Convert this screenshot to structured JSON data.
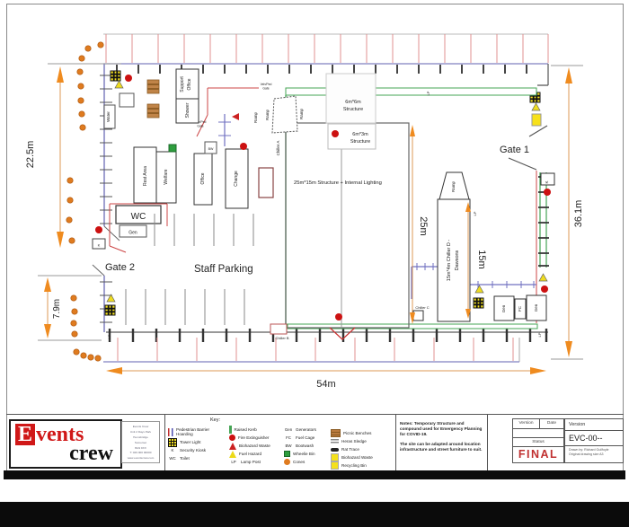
{
  "plan": {
    "gates": {
      "gate1": "Gate 1",
      "gate2": "Gate 2"
    },
    "areas": {
      "staff_parking": "Staff Parking"
    },
    "buildings": {
      "support1": "Support",
      "support2": "Office",
      "shower": "Shower",
      "office": "Office",
      "change": "Change",
      "welfare": "Welfare",
      "rest_area": "Rest Area",
      "wc": "WC",
      "gen": "Gen",
      "water": "Water",
      "bw": "BW",
      "kiosk": "K"
    },
    "structures": {
      "main": "25m*15m Structure + Internal Lighting",
      "s66a": "6m*6m",
      "s66b": "Structure",
      "s63a": "6m*3m",
      "s63b": "Structure",
      "chiller_a": "Chiller A",
      "chiller_b": "Chiller B",
      "chiller_c": "Chiller C",
      "chiller_d1": "15m*4m Chiller D -",
      "chiller_d2": "Dawsons",
      "ramp": "Ramp",
      "gen": "Gen",
      "fc": "FC",
      "lp": "LP"
    },
    "small": {
      "fp1": "Fire/Ped",
      "fp2": "Gate",
      "vg1": "Veh/Ped",
      "vg2": "Gate"
    },
    "dims": {
      "d225": "22.5m",
      "d79": "7.9m",
      "d54": "54m",
      "d361": "36.1m",
      "d25": "25m",
      "d15": "15m"
    }
  },
  "titleblock": {
    "logo": {
      "initial": "E",
      "rest": "vents",
      "word2": "crew"
    },
    "address_lines": [
      "Events Crew",
      "Unit 2 Days Park",
      "Hemsbridge",
      "Somerset",
      "BA9 9XX",
      "T: 029 000 00000",
      "www.eventscrew.com"
    ],
    "key": {
      "title": "Key:",
      "col1": [
        {
          "label": "Pedestrian Barrier Hoarding"
        },
        {
          "label": "Tower Light"
        },
        {
          "abbr": "K",
          "label": "Security Kiosk"
        },
        {
          "abbr": "WC",
          "label": "Toilet"
        }
      ],
      "col2": [
        {
          "label": "Raised Kerb"
        },
        {
          "label": "Fire Extinguisher"
        },
        {
          "label": "Biohazard Waste"
        },
        {
          "label": "Fuel Hazard"
        },
        {
          "abbr": "LP",
          "label": "Lamp Post"
        }
      ],
      "col3": [
        {
          "abbr": "Gen",
          "label": "Generators"
        },
        {
          "abbr": "FC",
          "label": "Fuel Cage"
        },
        {
          "abbr": "BW",
          "label": "Bootwash"
        },
        {
          "label": "Wheelie Bin"
        },
        {
          "label": "Cones"
        }
      ],
      "col4": [
        {
          "label": "Picnic Benches"
        },
        {
          "label": "Heras Sledge"
        },
        {
          "label": "Rat Trace"
        },
        {
          "label": "Biohazard Waste"
        },
        {
          "label": "Recycling Bin"
        }
      ]
    },
    "notes": {
      "para1": "Notes: Temporary Structure and compound used for Emergency Planning for COVID-19.",
      "para2": "The site can be adapted around location infrastructure and street furniture to suit."
    },
    "version": {
      "version_header": "Version",
      "date_header": "Date",
      "status_header": "Status",
      "status_value": "FINAL",
      "version_label": "Version",
      "version_value": "EVC-00--",
      "drawn_by": "Drawn by: Richard Guilfoyle",
      "size_note": "Original drawing size A3"
    }
  },
  "colors": {
    "dimension_orange": "#e8861e",
    "barrier_blue": "#7b7bc0",
    "kerb_green": "#46a455",
    "hoarding_red": "#cc4444",
    "fire_red": "#cc1111",
    "cone_orange": "#df7b1f",
    "final_red": "#c03030",
    "logo_red": "#d01818",
    "tower_yellow": "#f2e020"
  }
}
